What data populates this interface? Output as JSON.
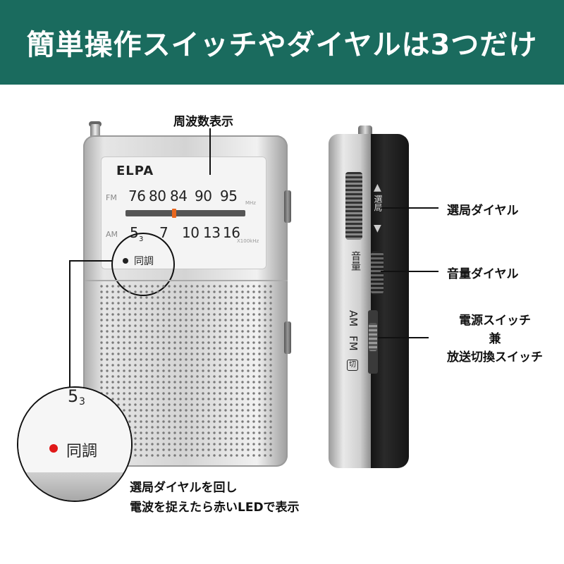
{
  "banner": {
    "title": "簡単操作スイッチやダイヤルは3つだけ",
    "background_color": "#1a6b5e",
    "text_color": "#ffffff"
  },
  "front_radio": {
    "brand": "ELPA",
    "fm_label": "FM",
    "am_label": "AM",
    "fm_scale": [
      "76",
      "80",
      "84",
      "90",
      "95"
    ],
    "fm_unit": "MHz",
    "am_scale": [
      "5",
      "7",
      "10",
      "13",
      "16"
    ],
    "am_scale_sub": "3",
    "am_unit": "X100kHz",
    "tune_indicator_label": "同調",
    "pointer_color": "#e8671f"
  },
  "zoom_inset": {
    "number": "5",
    "number_sub": "3",
    "led_label": "同調",
    "led_color": "#e01919"
  },
  "side_radio": {
    "dial_print": "選局",
    "volume_print": "音量",
    "band_am": "AM",
    "band_fm": "FM",
    "off_mark": "切"
  },
  "callouts": {
    "frequency_display": "周波数表示",
    "tuning_dial": "選局ダイヤル",
    "volume_dial": "音量ダイヤル",
    "power_switch_line1": "電源スイッチ",
    "power_switch_line2": "兼",
    "power_switch_line3": "放送切換スイッチ"
  },
  "caption": {
    "line1": "選局ダイヤルを回し",
    "line2": "電波を捉えたら赤いLEDで表示"
  }
}
